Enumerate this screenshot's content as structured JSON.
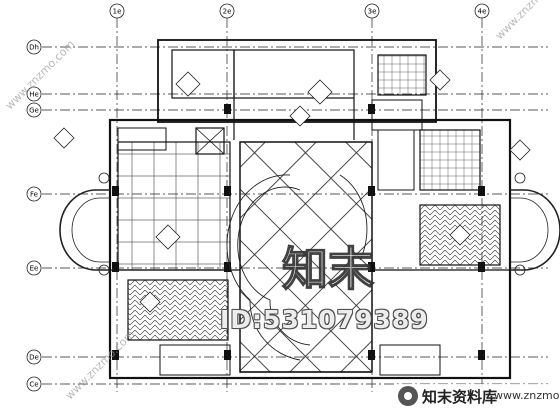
{
  "grid": {
    "columns": [
      "1e",
      "2e",
      "3e",
      "4e"
    ],
    "rows": [
      "Dh",
      "He",
      "Ge",
      "Fe",
      "Ee",
      "De",
      "Ce"
    ]
  },
  "watermark": {
    "logo_text": "知末",
    "id_text": "ID:531079389",
    "brand_cn": "知末资料库",
    "brand_url": "www.znzmo.com",
    "diagonal_url": "www.znzmo.com"
  }
}
